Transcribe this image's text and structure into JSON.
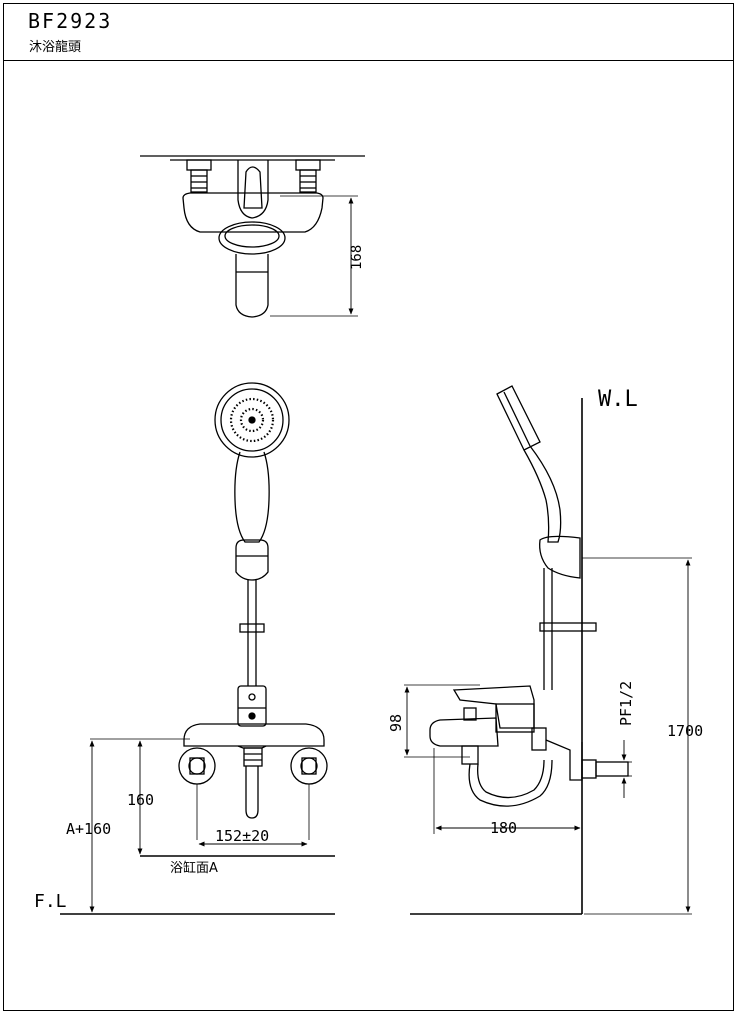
{
  "header": {
    "model": "BF2923",
    "product_name": "沐浴龍頭"
  },
  "dimensions": {
    "top_view_depth": "168",
    "water_level": "W.L",
    "body_height": "98",
    "pipe_thread": "PF1/2",
    "mount_height": "1700",
    "handle_height": "160",
    "install_height": "A+160",
    "spacing": "152±20",
    "reach": "180",
    "tub_surface": "浴缸面A",
    "floor_level": "F.L"
  }
}
